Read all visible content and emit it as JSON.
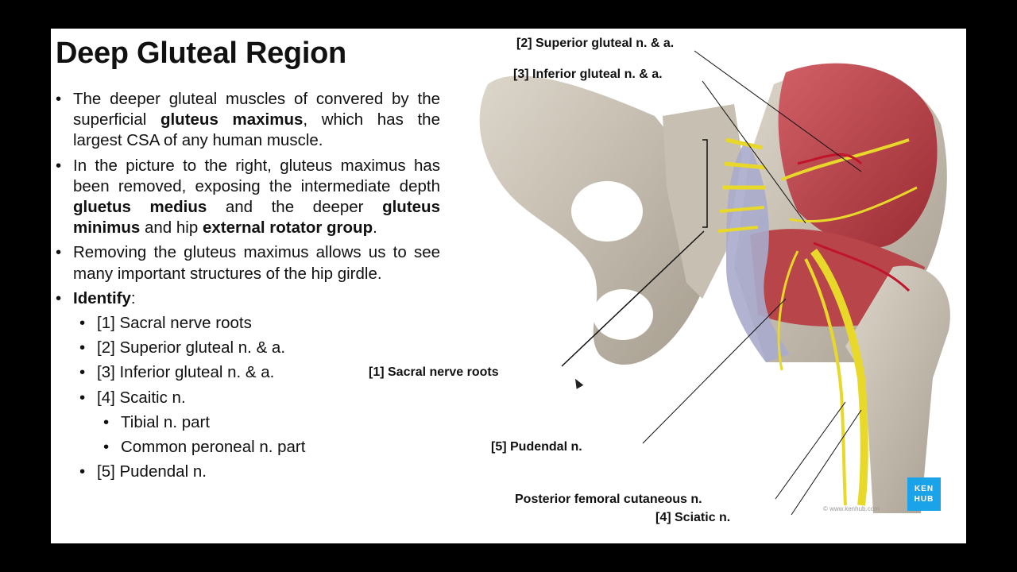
{
  "slide": {
    "title": "Deep Gluteal Region",
    "bullets": {
      "b1": {
        "t1": "The deeper gluteal muscles of convered by the superficial ",
        "s1": "gluteus maximus",
        "t2": ", which has the largest CSA of any human muscle."
      },
      "b2": {
        "t1": "In the picture to the right, gluteus maximus has been removed, exposing the intermediate depth ",
        "s1": "gluetus medius",
        "t2": " and the deeper ",
        "s2": "gluteus minimus",
        "t3": " and hip ",
        "s3": "external rotator group",
        "t4": "."
      },
      "b3": {
        "t1": "Removing the gluteus maximus allows us to see many important structures of the hip girdle."
      },
      "b4": {
        "s1": "Identify",
        "t1": ":"
      }
    },
    "identify_items": [
      "[1] Sacral nerve roots",
      "[2] Superior gluteal n. & a.",
      "[3] Inferior gluteal n. & a.",
      "[4] Scaitic n.",
      "Tibial n. part",
      "Common peroneal n. part",
      "[5] Pudendal n."
    ]
  },
  "figure": {
    "labels": {
      "superior_gluteal": "[2] Superior gluteal n. & a.",
      "inferior_gluteal": "[3] Inferior gluteal n. & a.",
      "sacral_roots": "[1] Sacral nerve roots",
      "pudendal": "[5] Pudendal n.",
      "post_femoral": "Posterior femoral cutaneous n.",
      "sciatic": "[4] Sciatic n."
    },
    "logo": {
      "line1": "KEN",
      "line2": "HUB"
    },
    "copyright": "© www.kenhub.com",
    "colors": {
      "bone": "#cbc3b5",
      "muscle": "#b83a3e",
      "nerve": "#e8d82a",
      "artery": "#c0142a",
      "ligament": "#a7a9c8"
    }
  }
}
